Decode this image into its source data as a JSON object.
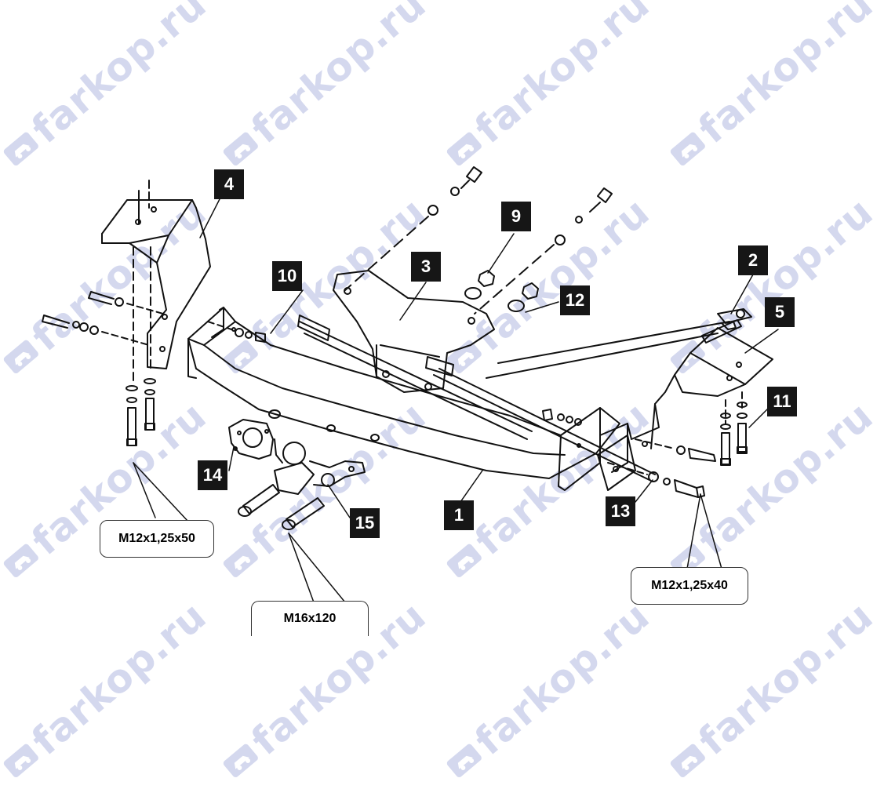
{
  "watermark": {
    "text": "farkop.ru",
    "logo_icon": "car-logo-icon",
    "color": "#aab3df"
  },
  "parts": {
    "p1": "1",
    "p2": "2",
    "p3": "3",
    "p4": "4",
    "p5": "5",
    "p9": "9",
    "p10": "10",
    "p11": "11",
    "p12": "12",
    "p13": "13",
    "p14": "14",
    "p15": "15"
  },
  "dimensions": {
    "left_bolt": "M12x1,25x50",
    "ball_bolt": "M16x120",
    "right_bolt": "M12x1,25x40"
  },
  "colors": {
    "line": "#111111",
    "tag_bg": "#161616",
    "tag_text": "#ffffff"
  }
}
